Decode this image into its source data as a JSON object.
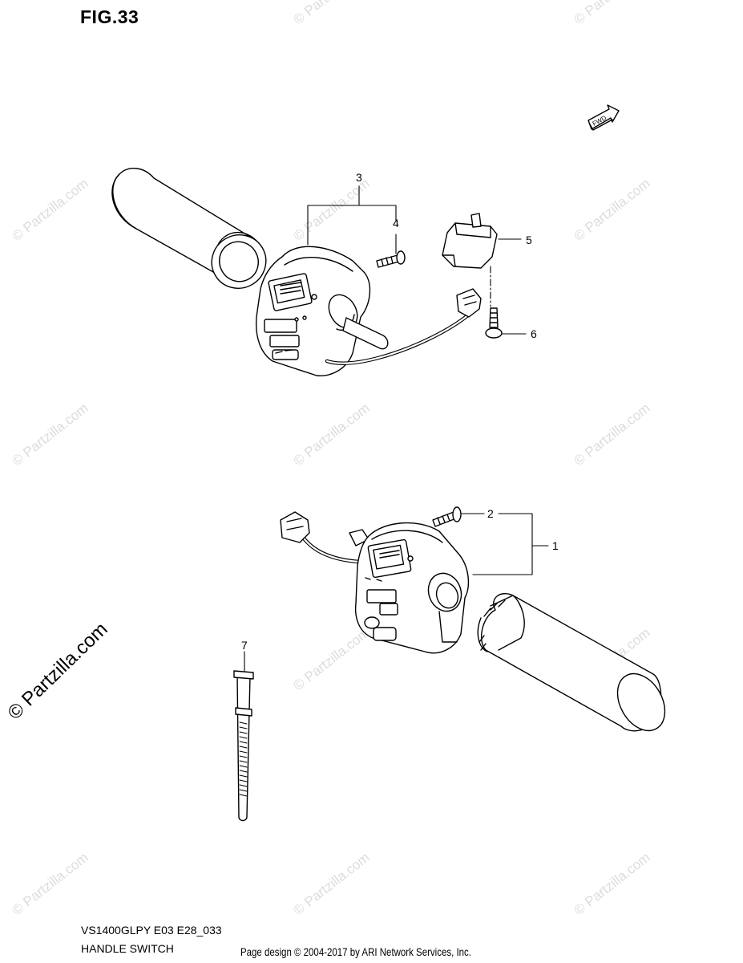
{
  "figure": {
    "title": "FIG.33"
  },
  "callouts": [
    "1",
    "2",
    "3",
    "4",
    "5",
    "6",
    "7"
  ],
  "forward_marker": "FWD",
  "footer": {
    "model_code": "VS1400GLPY E03 E28_033",
    "section_name": "HANDLE SWITCH",
    "credit": "Page design © 2004-2017 by ARI Network Services, Inc."
  },
  "watermark": {
    "text": "© Partzilla.com"
  }
}
